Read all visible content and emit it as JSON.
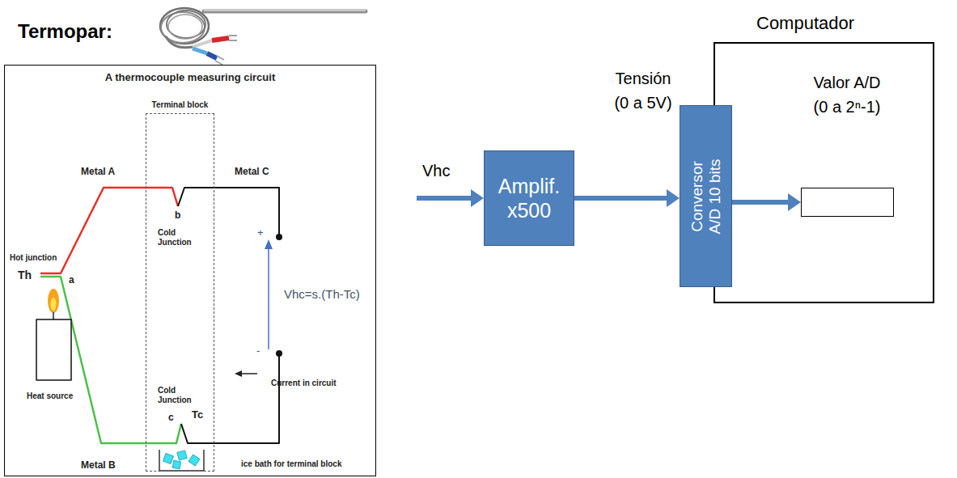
{
  "diagram": {
    "nodes": [
      {
        "text": [
          "A thermocouple measuring circuit"
        ]
      },
      {
        "text": [
          "Terminal block"
        ],
        "in": 0
      },
      {
        "text": [
          "Amplif. x500"
        ]
      },
      {
        "text": [
          "Computador"
        ]
      },
      {
        "text": [
          "Conversor A/D 10 bits"
        ]
      },
      {
        "text": [
          "Valor A/D (0 a 2ⁿ-1)"
        ],
        "in": 3
      }
    ],
    "edges": [
      {
        "from": 2,
        "to": 4,
        "arrow": "to",
        "label": "Tensión (0 a 5V)"
      },
      {
        "from": 4,
        "to": 5,
        "arrow": "to"
      }
    ],
    "labels": [
      "Termopar:",
      "Hot junction",
      "Th",
      "a",
      "Heat source",
      "Metal A",
      "Metal B",
      "b",
      "Cold Junction",
      "c",
      "Cold Junction",
      "Tc",
      "Metal C",
      "+",
      "-",
      "Vhc=s.(Th-Tc)",
      "Current in circuit",
      "ice bath for terminal block",
      "Vhc"
    ]
  }
}
